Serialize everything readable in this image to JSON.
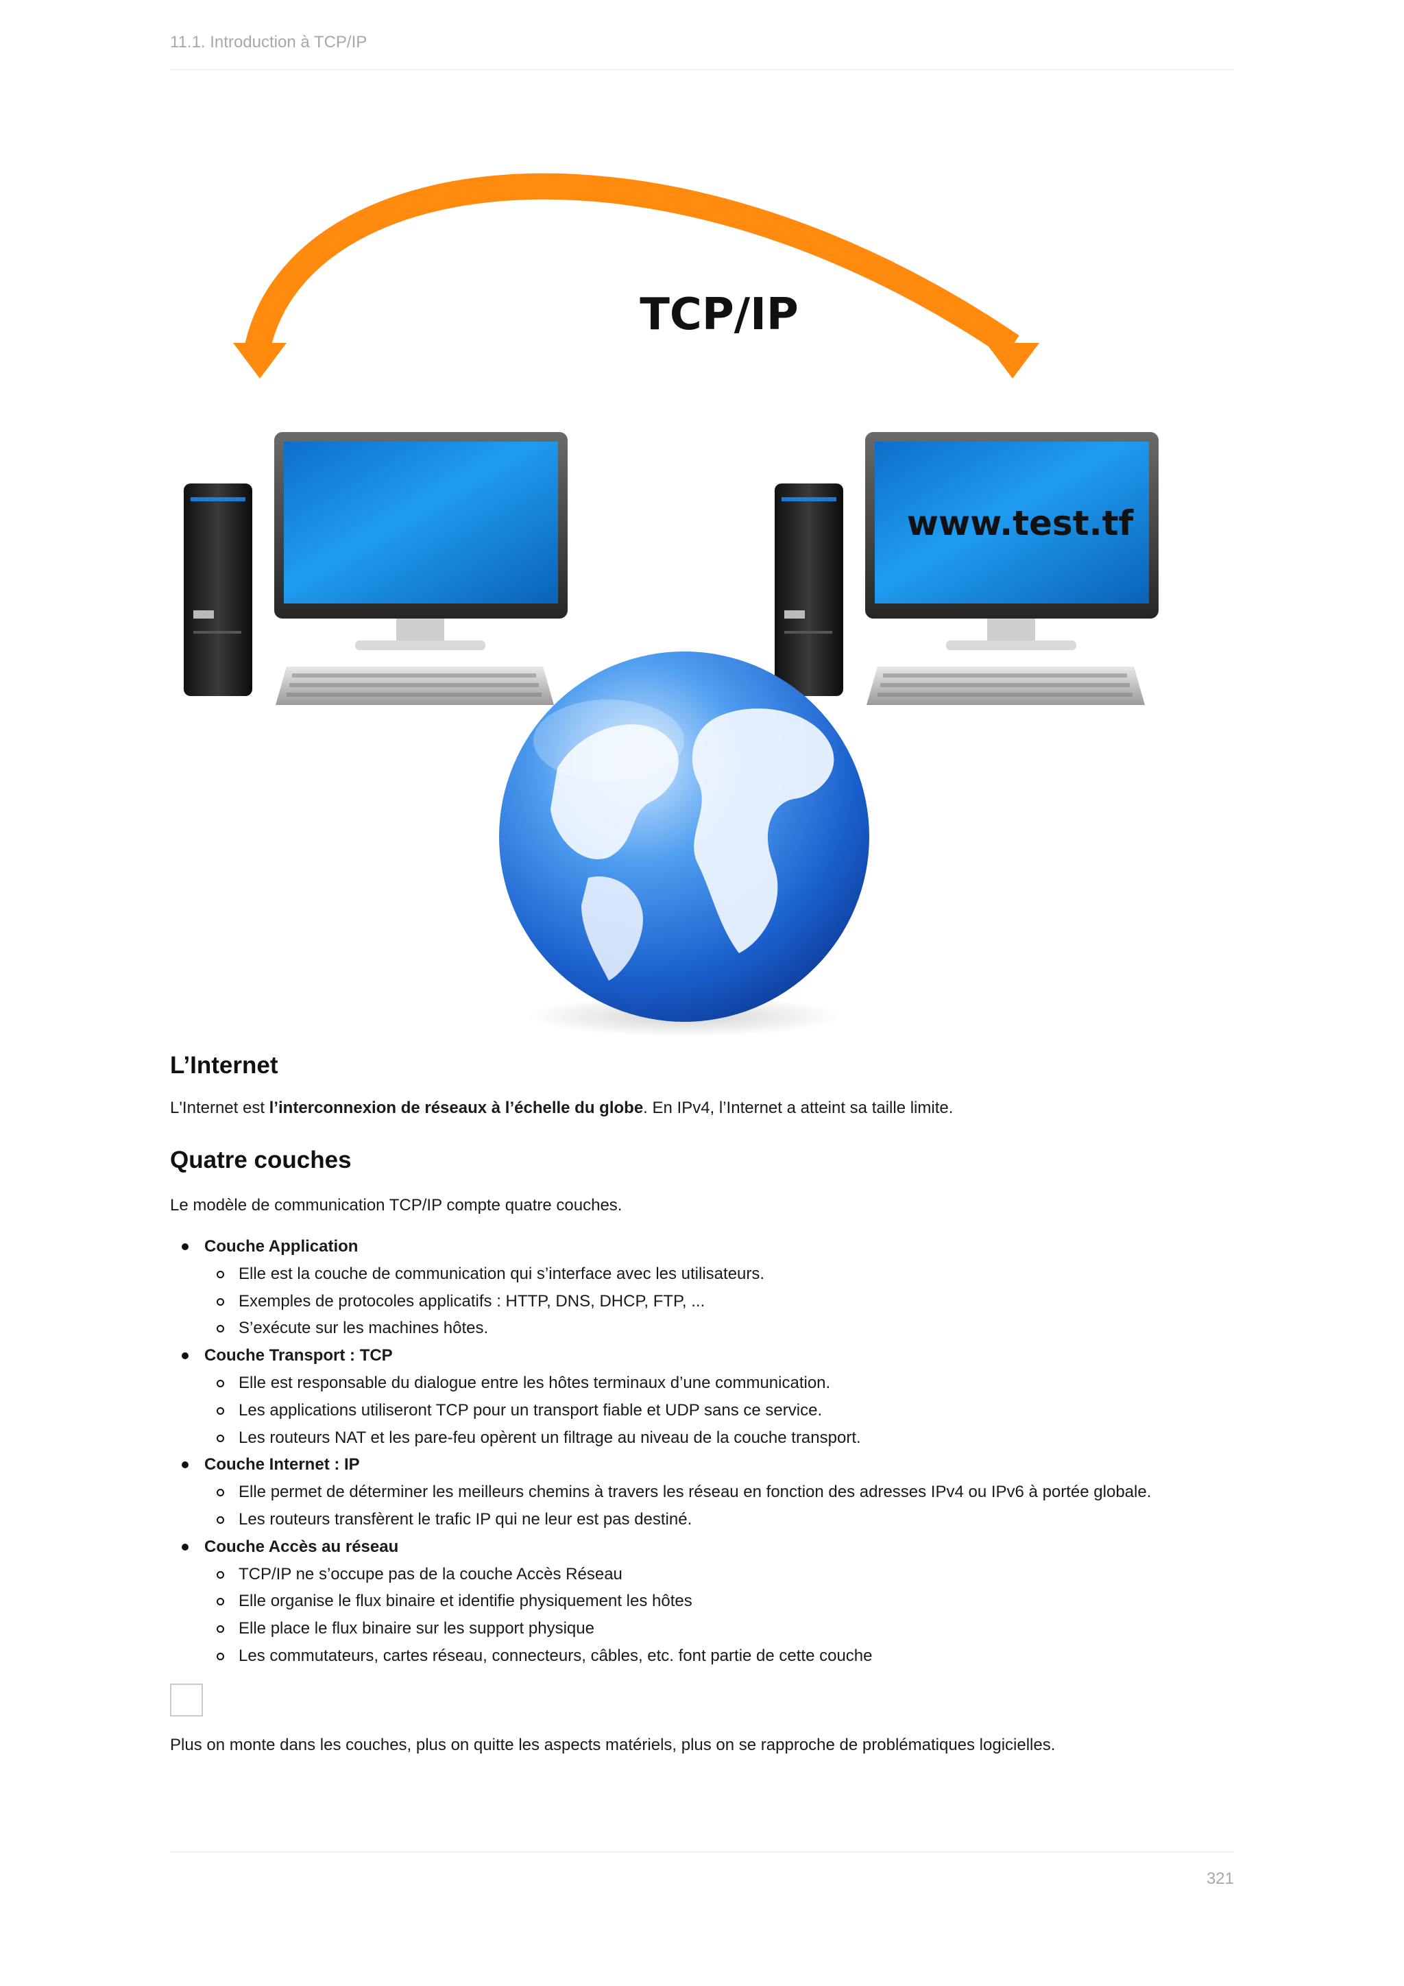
{
  "header": {
    "running_title": "11.1. Introduction à TCP/IP"
  },
  "footer": {
    "page_number": "321"
  },
  "figure": {
    "arc_label": "TCP/IP",
    "screen_text": "www.test.tf",
    "colors": {
      "arrow": "#ff8a0d",
      "screen": "#1e8fe0",
      "globe": "#2f74d8"
    }
  },
  "section_internet": {
    "title": "L’Internet",
    "text_before": "L'Internet est ",
    "text_bold": "l’interconnexion de réseaux à l’échelle du globe",
    "text_after": ". En IPv4, l’Internet a atteint sa taille limite."
  },
  "section_layers": {
    "title": "Quatre couches",
    "intro": "Le modèle de communication TCP/IP compte quatre couches.",
    "layers": [
      {
        "title": "Couche Application",
        "items": [
          "Elle est la couche de communication qui s’interface avec les utilisateurs.",
          "Exemples de protocoles applicatifs : HTTP, DNS, DHCP, FTP, ...",
          "S’exécute sur les machines hôtes."
        ]
      },
      {
        "title": "Couche Transport : TCP",
        "items": [
          "Elle est responsable du dialogue entre les hôtes terminaux d’une communication.",
          "Les applications utiliseront TCP pour un transport fiable et UDP sans ce service.",
          "Les routeurs NAT et les pare-feu opèrent un filtrage au niveau de la couche transport."
        ]
      },
      {
        "title": "Couche Internet : IP",
        "items": [
          "Elle permet de déterminer les meilleurs chemins à travers les réseau en fonction des adresses IPv4 ou IPv6 à portée globale.",
          "Les routeurs transfèrent le trafic IP qui ne leur est pas destiné."
        ]
      },
      {
        "title": "Couche Accès au réseau",
        "items": [
          "TCP/IP ne s’occupe pas de la couche Accès Réseau",
          "Elle organise le flux binaire et identifie physiquement les hôtes",
          "Elle place le flux binaire sur les support physique",
          "Les commutateurs, cartes réseau, connecteurs, câbles, etc. font partie de cette couche"
        ]
      }
    ],
    "conclusion": "Plus on monte dans les couches, plus on quitte les aspects matériels, plus on se rapproche de problématiques logicielles."
  }
}
